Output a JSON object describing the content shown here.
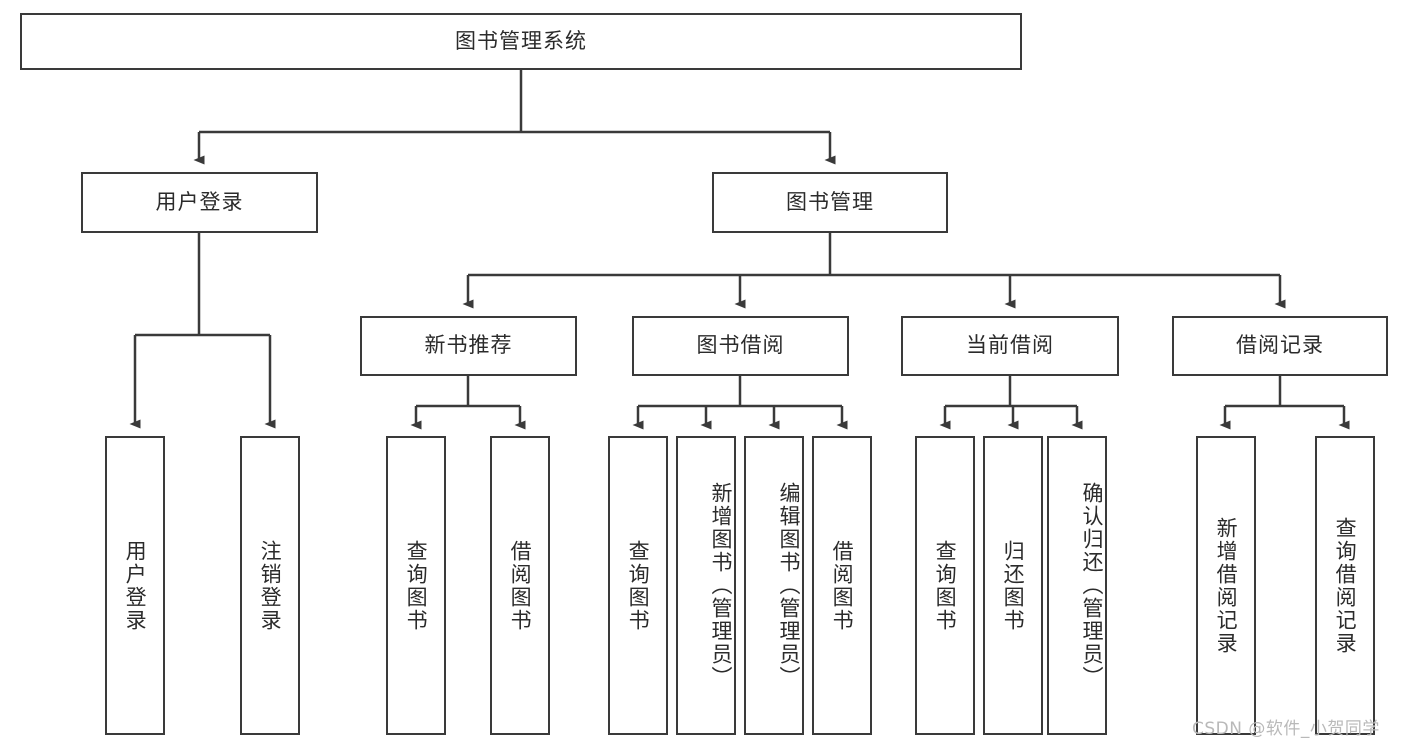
{
  "diagram": {
    "title": "图书管理系统",
    "type": "tree-hierarchy",
    "watermark": "CSDN @软件_小贺同学",
    "colors": {
      "stroke": "#3a3a3a",
      "fill": "#ffffff",
      "text": "#2b2b2b",
      "watermark": "#b9b9b9",
      "background": "#ffffff"
    },
    "nodes": {
      "root": {
        "label": "图书管理系统"
      },
      "level2": [
        {
          "id": "user-login",
          "label": "用户登录"
        },
        {
          "id": "book-manage",
          "label": "图书管理"
        }
      ],
      "level3": [
        {
          "id": "new-book-rec",
          "label": "新书推荐"
        },
        {
          "id": "book-borrow",
          "label": "图书借阅"
        },
        {
          "id": "current-borrow",
          "label": "当前借阅"
        },
        {
          "id": "borrow-record",
          "label": "借阅记录"
        }
      ],
      "leaves": {
        "user-login": [
          {
            "id": "leaf-user-login",
            "label": "用户登录"
          },
          {
            "id": "leaf-user-logout",
            "label": "注销登录"
          }
        ],
        "new-book-rec": [
          {
            "id": "leaf-query-book-1",
            "label": "查询图书"
          },
          {
            "id": "leaf-borrow-book-1",
            "label": "借阅图书"
          }
        ],
        "book-borrow": [
          {
            "id": "leaf-query-book-2",
            "label": "查询图书"
          },
          {
            "id": "leaf-add-book",
            "label": "新增图书（管理员）"
          },
          {
            "id": "leaf-edit-book",
            "label": "编辑图书（管理员）"
          },
          {
            "id": "leaf-borrow-book-2",
            "label": "借阅图书"
          }
        ],
        "current-borrow": [
          {
            "id": "leaf-query-book-3",
            "label": "查询图书"
          },
          {
            "id": "leaf-return-book",
            "label": "归还图书"
          },
          {
            "id": "leaf-confirm-return",
            "label": "确认归还（管理员）"
          }
        ],
        "borrow-record": [
          {
            "id": "leaf-add-record",
            "label": "新增借阅记录"
          },
          {
            "id": "leaf-query-record",
            "label": "查询借阅记录"
          }
        ]
      }
    }
  }
}
